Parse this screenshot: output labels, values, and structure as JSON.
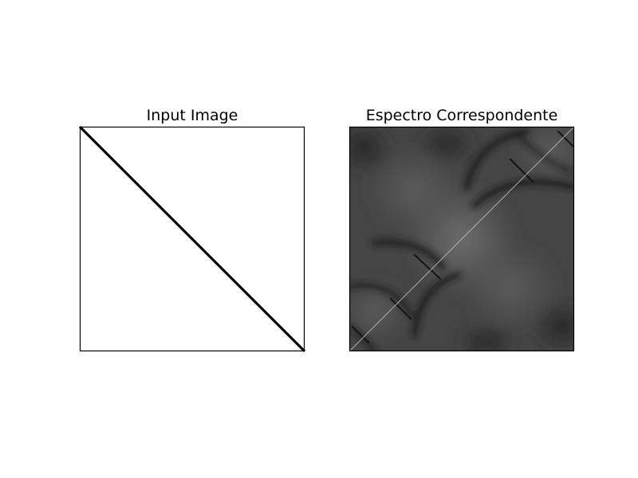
{
  "chart_data": [
    {
      "type": "heatmap",
      "title": "Input Image",
      "description_values": {
        "background_value": 1,
        "line_value": 0,
        "line": {
          "from": [
            0,
            0
          ],
          "to": [
            1,
            1
          ],
          "direction": "top-left to bottom-right"
        }
      },
      "xticks": [],
      "yticks": [],
      "grid": false,
      "colormap": "gray"
    },
    {
      "type": "heatmap",
      "title": "Espectro Correspondente",
      "description_values": {
        "colormap": "gray",
        "dominant_feature": "diagonal bright thin line bottom-left to top-right",
        "dark_lobes": "hyperbolic dark bands around the anti-diagonal"
      },
      "xticks": [],
      "yticks": [],
      "grid": false
    }
  ],
  "colors": {
    "axes_frame": "#000000",
    "input_background": "#ffffff",
    "input_line": "#000000",
    "spectrum_base": "#4a4a4a",
    "spectrum_dark": "#1e1e1e",
    "spectrum_light": "#6a6a6a"
  }
}
